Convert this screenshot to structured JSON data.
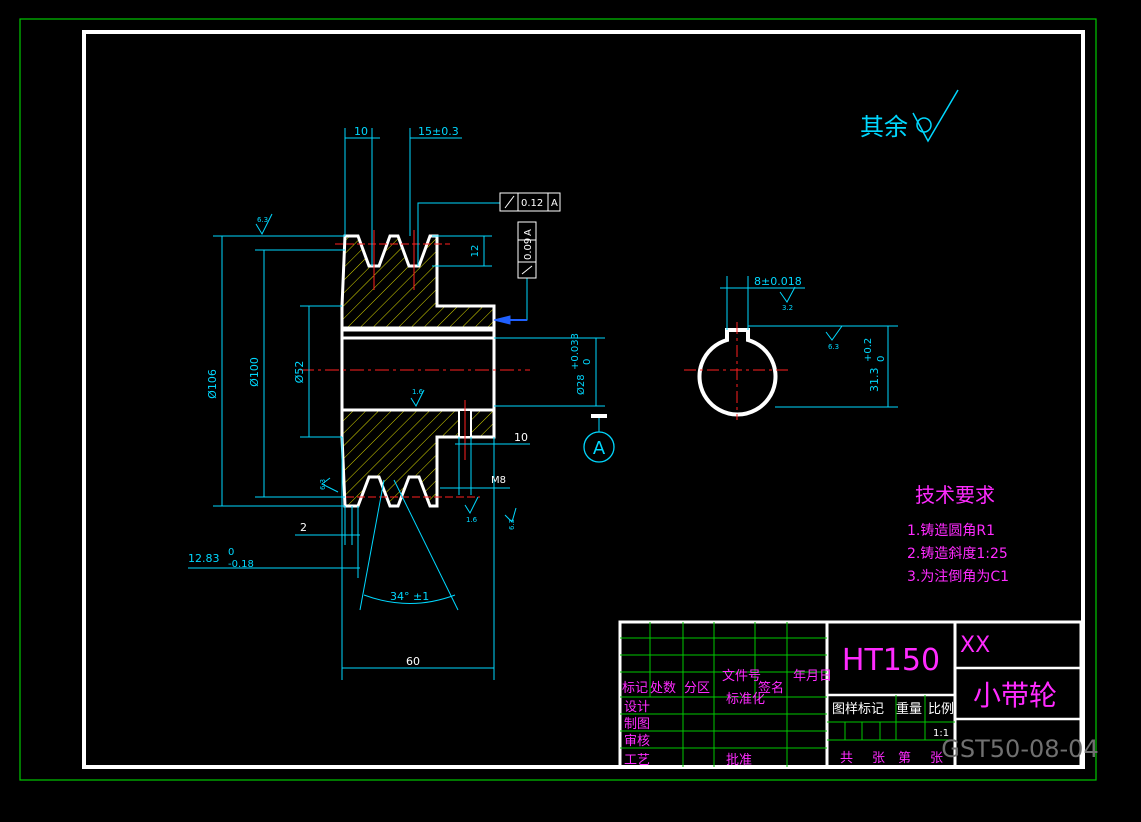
{
  "roughness_note": {
    "prefix": "其余"
  },
  "front_view": {
    "dims": {
      "d106": "Ø106",
      "d100": "Ø100",
      "d52": "Ø52",
      "width10": "10",
      "pitch": "15±0.3",
      "groove_depth": "12",
      "bore": "Ø28",
      "bore_tol_upper": "+0.033",
      "bore_tol_lower": "0",
      "hub_ext": "10",
      "thread": "M8",
      "chamfer": "2",
      "offset": "12.83",
      "offset_tol_upper": "0",
      "offset_tol_lower": "-0.18",
      "angle": "34°  ±1",
      "total_width": "60"
    },
    "tolerance_frames": [
      {
        "value": "0.12",
        "datum": "A"
      },
      {
        "value": "0.09",
        "datum": "A"
      }
    ],
    "roughness_marks": [
      "6.3",
      "1.6",
      "6.3",
      "1.6",
      "6.3"
    ],
    "datum_label": "A"
  },
  "side_view": {
    "keyway_width": "8±0.018",
    "keyway_depth": "31.3",
    "keyway_depth_tol_upper": "+0.2",
    "keyway_depth_tol_lower": "0",
    "roughness_marks": [
      "3.2",
      "6.3"
    ]
  },
  "requirements": {
    "title": "技术要求",
    "items": [
      "1.铸造圆角R1",
      "2.铸造斜度1:25",
      "3.为注倒角为C1"
    ]
  },
  "title_block": {
    "material": "HT150",
    "company": "XX",
    "part_name": "小带轮",
    "drawing_no": "GST50-08-04",
    "labels": {
      "marker": "标记",
      "count": "处数",
      "zone": "分区",
      "doc_no": "文件号",
      "sign": "签名",
      "date": "年月日",
      "design": "设计",
      "standard": "标准化",
      "draw": "制图",
      "review": "审核",
      "craft": "工艺",
      "approve": "批准",
      "stage_mark": "图样标记",
      "weight": "重量",
      "scale": "比例",
      "scale_value": "1:1",
      "total": "共",
      "sheets": "张",
      "nth": "第",
      "sheet": "张"
    }
  },
  "colors": {
    "frame": "#ffffff",
    "dimension": "#00d8ff",
    "part": "#ffffff",
    "hatch": "#d8d800",
    "centerline": "#ff2020",
    "text_magenta": "#ff2bff",
    "grid_green": "#00c800",
    "arrow_blue": "#2060ff"
  }
}
